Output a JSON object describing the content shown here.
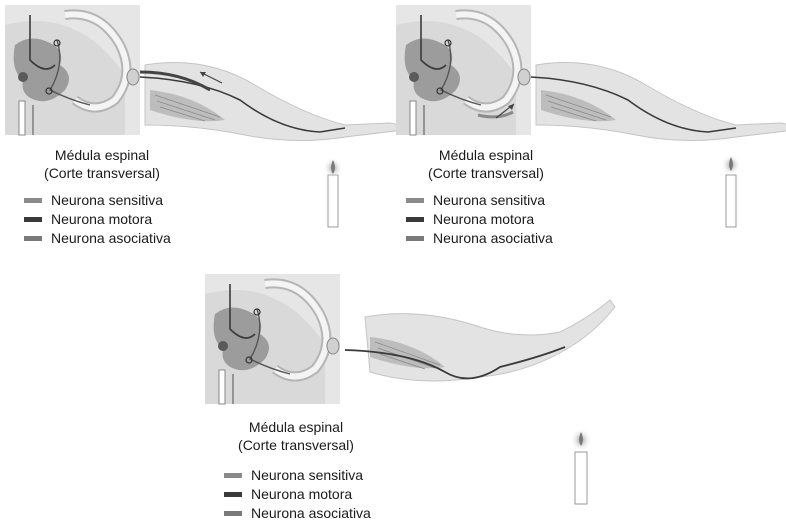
{
  "colors": {
    "sensitiva": "#8a8a8a",
    "motora": "#3a3a3a",
    "asociativa": "#7a7a7a"
  },
  "panels": [
    {
      "caption_line1": "Médula espinal",
      "caption_line2": "(Corte transversal)",
      "legend": {
        "sensitiva": "Neurona sensitiva",
        "motora": "Neurona motora",
        "asociativa": "Neurona asociativa"
      }
    },
    {
      "caption_line1": "Médula espinal",
      "caption_line2": "(Corte transversal)",
      "legend": {
        "sensitiva": "Neurona sensitiva",
        "motora": "Neurona motora",
        "asociativa": "Neurona asociativa"
      }
    },
    {
      "caption_line1": "Médula espinal",
      "caption_line2": "(Corte transversal)",
      "legend": {
        "sensitiva": "Neurona sensitiva",
        "motora": "Neurona motora",
        "asociativa": "Neurona asociativa"
      }
    }
  ]
}
